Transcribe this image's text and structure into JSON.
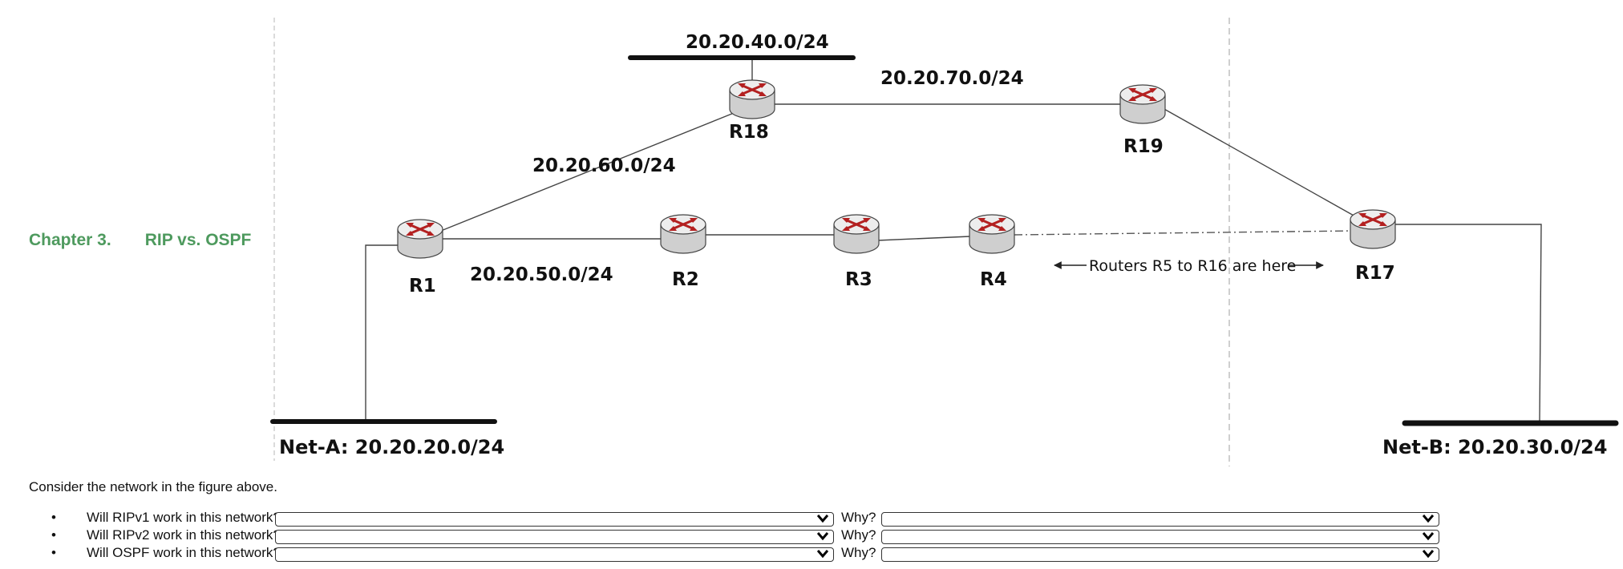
{
  "chapter": {
    "number": "Chapter  3.",
    "topic": "RIP vs. OSPF"
  },
  "diagram": {
    "subnets": {
      "net40": "20.20.40.0/24",
      "net70": "20.20.70.0/24",
      "net60": "20.20.60.0/24",
      "net50": "20.20.50.0/24",
      "netA": "Net-A: 20.20.20.0/24",
      "netB": "Net-B: 20.20.30.0/24"
    },
    "routers": {
      "r1": "R1",
      "r2": "R2",
      "r3": "R3",
      "r4": "R4",
      "r17": "R17",
      "r18": "R18",
      "r19": "R19"
    },
    "note": "Routers R5 to R16 are here",
    "colors": {
      "router_body": "#d9d9d9",
      "router_arrow": "#b32020",
      "accent_text": "#4e9a5e"
    }
  },
  "prompt": "Consider the network in the figure above.",
  "questions": [
    {
      "text": "Will RIPv1 work in this network?",
      "answer": "",
      "why_label": "Why?",
      "why": ""
    },
    {
      "text": "Will RIPv2 work in this network?",
      "answer": "",
      "why_label": "Why?",
      "why": ""
    },
    {
      "text": "Will OSPF work in this network?",
      "answer": "",
      "why_label": "Why?",
      "why": ""
    }
  ]
}
